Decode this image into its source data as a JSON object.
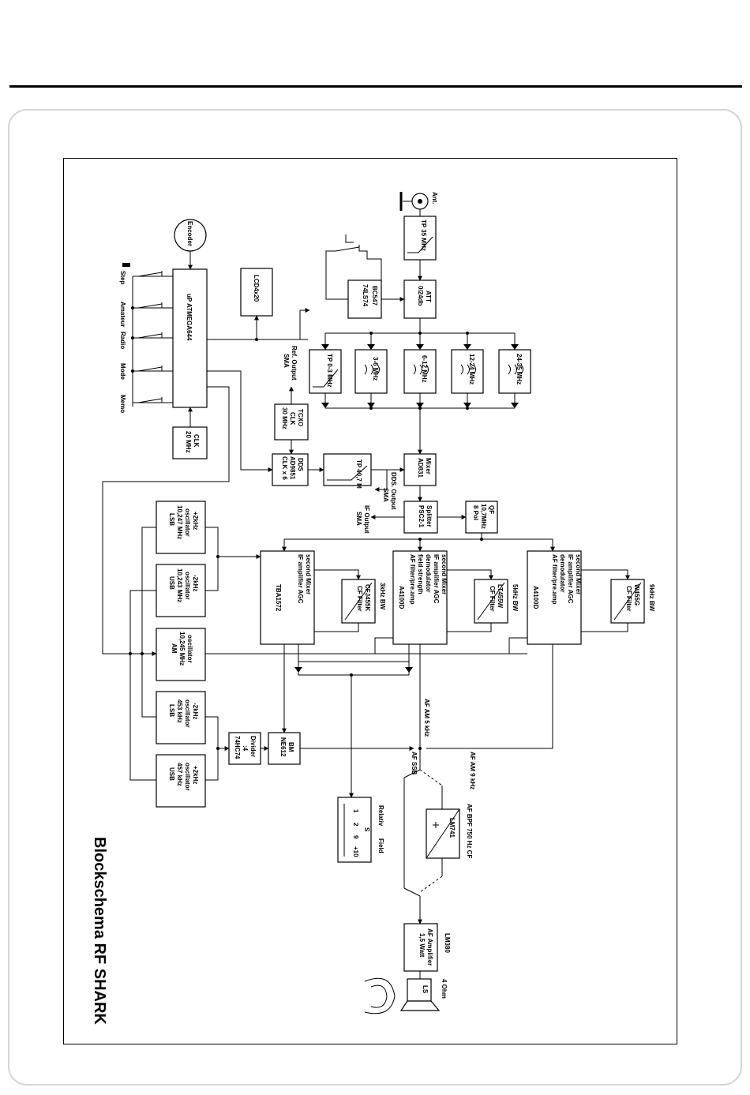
{
  "title": "Blockschema RF SHARK",
  "blocks": {
    "encoder": "Encoder",
    "cpu": "uP ATMEGA644",
    "clk": [
      "CLK",
      "20 MHz"
    ],
    "lcd": "LCD4x20",
    "ant": "Ant.",
    "tp35": "TP 35 MHz",
    "att": [
      "ATT",
      "0/24db"
    ],
    "bc547": [
      "BC547",
      "74LS74"
    ],
    "filters": [
      "TP 0-3 MHz",
      "3-6 MHz",
      "6-12 MHz",
      "12-24 MHz",
      "24-35 MHz"
    ],
    "refout": [
      "Ref. Output",
      "SMA"
    ],
    "tcxo": [
      "TCXO",
      "CLK",
      "30 MHz"
    ],
    "dds": [
      "DDS",
      "AD9851",
      "CLK x 6"
    ],
    "tp40": "TP 40,7 M",
    "ddsout": [
      "DDS. Output",
      "SMA"
    ],
    "mixer": [
      "Mixer",
      "AD831"
    ],
    "splitter": [
      "Splitter",
      "PSC2-1"
    ],
    "ifout": [
      "IF Output",
      "SMA"
    ],
    "qf": [
      "QF",
      "10,7MHz",
      "8 Pol"
    ],
    "osc1": [
      "+2kHz",
      "oscillator",
      "10,247 MHz",
      "LSB"
    ],
    "osc2": [
      "-2kHz",
      "oscillator",
      "10,243 MHz",
      "USB"
    ],
    "osc3": [
      "oscillator",
      "10,245 MHz",
      "AM"
    ],
    "osc4": [
      "-2kHz",
      "oscillator",
      "453 kHz",
      "LSB"
    ],
    "osc5": [
      "+2kHz",
      "oscillator",
      "457 kHz",
      "USB"
    ],
    "tba": [
      "second Mixer",
      "IF amplifier AGC",
      "TBA1572"
    ],
    "cf3": [
      "3kHz BW",
      "CFJ455K",
      "CF Filter"
    ],
    "a4100a": [
      "second Mixer",
      "IF amplifier AGC",
      "demodulator",
      "field strength",
      "AF filter/pre.amp",
      "A4100D"
    ],
    "cf5": [
      "5kHz BW",
      "LT455W",
      "CF Filter"
    ],
    "a4100b": [
      "second Mixer",
      "IF amplifier AGC",
      "demodulator",
      "AF filter/pre.amp",
      "A4100D"
    ],
    "cf9": [
      "9kHz BW",
      "W455G",
      "CF Filter"
    ],
    "divider": [
      "Divider",
      ":4",
      "74HC74"
    ],
    "bm": [
      "BM",
      "NE612"
    ],
    "meter": [
      "Relativ",
      "Field",
      "S",
      "1",
      "2",
      "9",
      "+10"
    ],
    "af_labels": [
      "AF AM 5 kHz",
      "AF SSB",
      "AF AM 9 kHz"
    ],
    "bpf": [
      "AF BPF 750 Hz CF",
      "LM741"
    ],
    "amp": [
      "LM380",
      "AF Amplifier",
      "1,5 Watt"
    ],
    "ls": [
      "LS",
      "4 Ohm"
    ],
    "switches": [
      "Step",
      "Amateur",
      "Radio",
      "Mode",
      "Memo"
    ]
  }
}
